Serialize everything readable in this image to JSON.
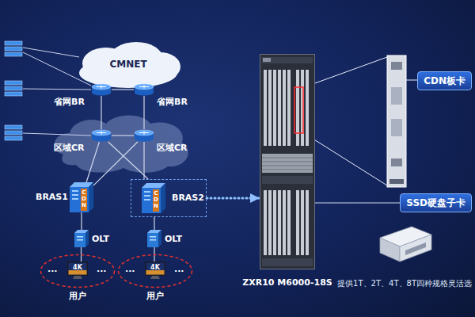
{
  "diagram": {
    "nodes": [
      {
        "text": [
          "CMNET"
        ]
      },
      {
        "text": [
          "省网BR"
        ]
      },
      {
        "text": [
          "省网BR"
        ]
      },
      {
        "text": [
          "区域CR"
        ]
      },
      {
        "text": [
          "区域CR"
        ]
      },
      {
        "text": [
          "CDN",
          "BRAS1"
        ]
      },
      {
        "text": [
          "CDN",
          "BRAS2"
        ]
      },
      {
        "text": [
          "OLT"
        ]
      },
      {
        "text": [
          "OLT"
        ]
      },
      {
        "text": [
          "...",
          "...",
          "用户"
        ]
      },
      {
        "text": [
          "4K"
        ],
        "in": 9
      },
      {
        "text": [
          "...",
          "...",
          "用户"
        ]
      },
      {
        "text": [
          "4K"
        ],
        "in": 11
      },
      {
        "text": [
          "ZXR10 M6000-18S"
        ]
      },
      {
        "text": [
          "CDN板卡"
        ]
      },
      {
        "text": [
          "SSD硬盘子卡"
        ]
      }
    ],
    "edges": [
      {
        "from": 1,
        "to": 2,
        "arrow": "none"
      },
      {
        "from": 1,
        "to": 3,
        "arrow": "none"
      },
      {
        "from": 2,
        "to": 4,
        "arrow": "none"
      },
      {
        "from": 3,
        "to": 4,
        "arrow": "none"
      },
      {
        "from": 3,
        "to": 5,
        "arrow": "none"
      },
      {
        "from": 3,
        "to": 6,
        "arrow": "none"
      },
      {
        "from": 4,
        "to": 5,
        "arrow": "none"
      },
      {
        "from": 4,
        "to": 6,
        "arrow": "none"
      },
      {
        "from": 5,
        "to": 7,
        "arrow": "none"
      },
      {
        "from": 6,
        "to": 8,
        "arrow": "none"
      },
      {
        "from": 7,
        "to": 10,
        "arrow": "none"
      },
      {
        "from": 8,
        "to": 12,
        "arrow": "none"
      },
      {
        "from": 6,
        "to": 13,
        "arrow": "to"
      },
      {
        "from": 13,
        "to": 15,
        "arrow": "none"
      }
    ],
    "labels": [
      "提供1T、2T、4T、8T四种规格灵活选"
    ]
  }
}
